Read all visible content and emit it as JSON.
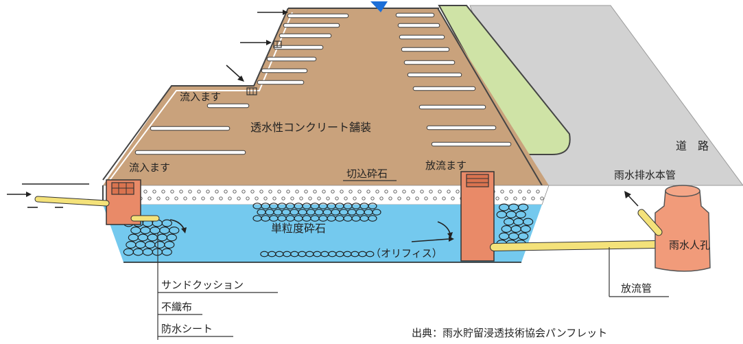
{
  "labels": {
    "inlet_top": "流入ます",
    "pavement": "透水性コンクリート舗装",
    "inlet_left": "流入ます",
    "crushed_stone": "切込砕石",
    "outlet_basin": "放流ます",
    "road": "道　路",
    "main_pipe": "雨水排水本管",
    "single_grade_stone": "単粒度砕石",
    "orifice": "（オリフィス）",
    "manhole": "雨水人孔",
    "outlet_pipe": "放流管",
    "sand_cushion": "サンドクッション",
    "nonwoven": "不織布",
    "waterproof_sheet": "防水シート",
    "source": "出典：雨水貯留浸透技術協会パンフレット"
  },
  "colors": {
    "pavement": "#c9a27c",
    "gravel": "#ffffff",
    "water": "#74c9ee",
    "basin": "#e98a68",
    "pipe": "#f4e27a",
    "road": "#d2d2d2",
    "green": "#cfe3a6",
    "flow_arrow": "#1d6fd8"
  },
  "icons": [
    "inflow-arrow-icon",
    "flow-direction-arrow-icon",
    "grate-icon"
  ]
}
